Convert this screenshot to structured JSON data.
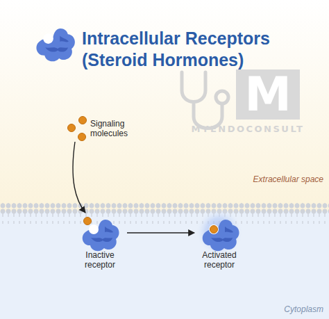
{
  "diagram": {
    "title": "Intracellular Receptors (Steroid Hormones)",
    "nodes": [
      {
        "text": [
          "Signaling molecules"
        ]
      },
      {
        "text": [
          "Inactive receptor"
        ]
      },
      {
        "text": [
          "Activated receptor"
        ]
      }
    ],
    "edges": [
      {
        "from": 0,
        "to": 1,
        "arrow": "to"
      },
      {
        "from": 1,
        "to": 2,
        "arrow": "to"
      }
    ],
    "labels": [
      "M",
      "MYENDOCONSULT",
      "Extracellular space",
      "Cytoplasm"
    ]
  }
}
